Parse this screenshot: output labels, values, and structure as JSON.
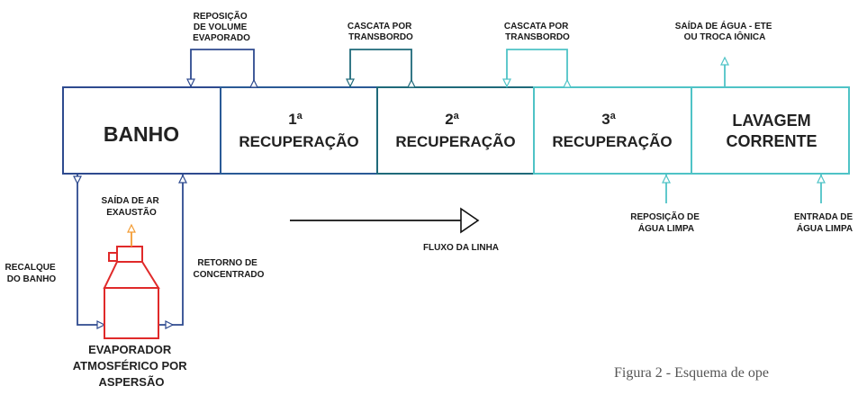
{
  "colors": {
    "banho": "#2e4a8f",
    "rec1": "#2a5a96",
    "rec2": "#1f6a7a",
    "rec3": "#4fc3c6",
    "lavagem": "#4fc3c6",
    "evaporator": "#e02a2a",
    "exhaust": "#f39c34",
    "flow_arrow": "#111111",
    "text": "#1a1a1a"
  },
  "tanks": {
    "banho": {
      "title": "BANHO"
    },
    "rec1": {
      "number": "1",
      "sup": "a",
      "title": "RECUPERAÇÃO"
    },
    "rec2": {
      "number": "2",
      "sup": "a",
      "title": "RECUPERAÇÃO"
    },
    "rec3": {
      "number": "3",
      "sup": "a",
      "title": "RECUPERAÇÃO"
    },
    "lavagem": {
      "line1": "LAVAGEM",
      "line2": "CORRENTE"
    }
  },
  "labels": {
    "reposicao_volume": [
      "REPOSIÇÃO",
      "DE VOLUME",
      "EVAPORADO"
    ],
    "cascata1": [
      "CASCATA POR",
      "TRANSBORDO"
    ],
    "cascata2": [
      "CASCATA POR",
      "TRANSBORDO"
    ],
    "saida_agua": [
      "SAÍDA DE ÁGUA - ETE",
      "OU TROCA IÔNICA"
    ],
    "saida_ar": [
      "SAÍDA DE AR",
      "EXAUSTÃO"
    ],
    "recalque": [
      "RECALQUE",
      "DO BANHO"
    ],
    "retorno": [
      "RETORNO DE",
      "CONCENTRADO"
    ],
    "fluxo": "FLUXO DA LINHA",
    "reposicao_agua": [
      "REPOSIÇÃO DE",
      "ÁGUA LIMPA"
    ],
    "entrada_agua": [
      "ENTRADA DE",
      "ÁGUA LIMPA"
    ],
    "evaporador": [
      "EVAPORADOR",
      "ATMOSFÉRICO POR",
      "ASPERSÃO"
    ]
  },
  "caption": "Figura 2 - Esquema de ope"
}
